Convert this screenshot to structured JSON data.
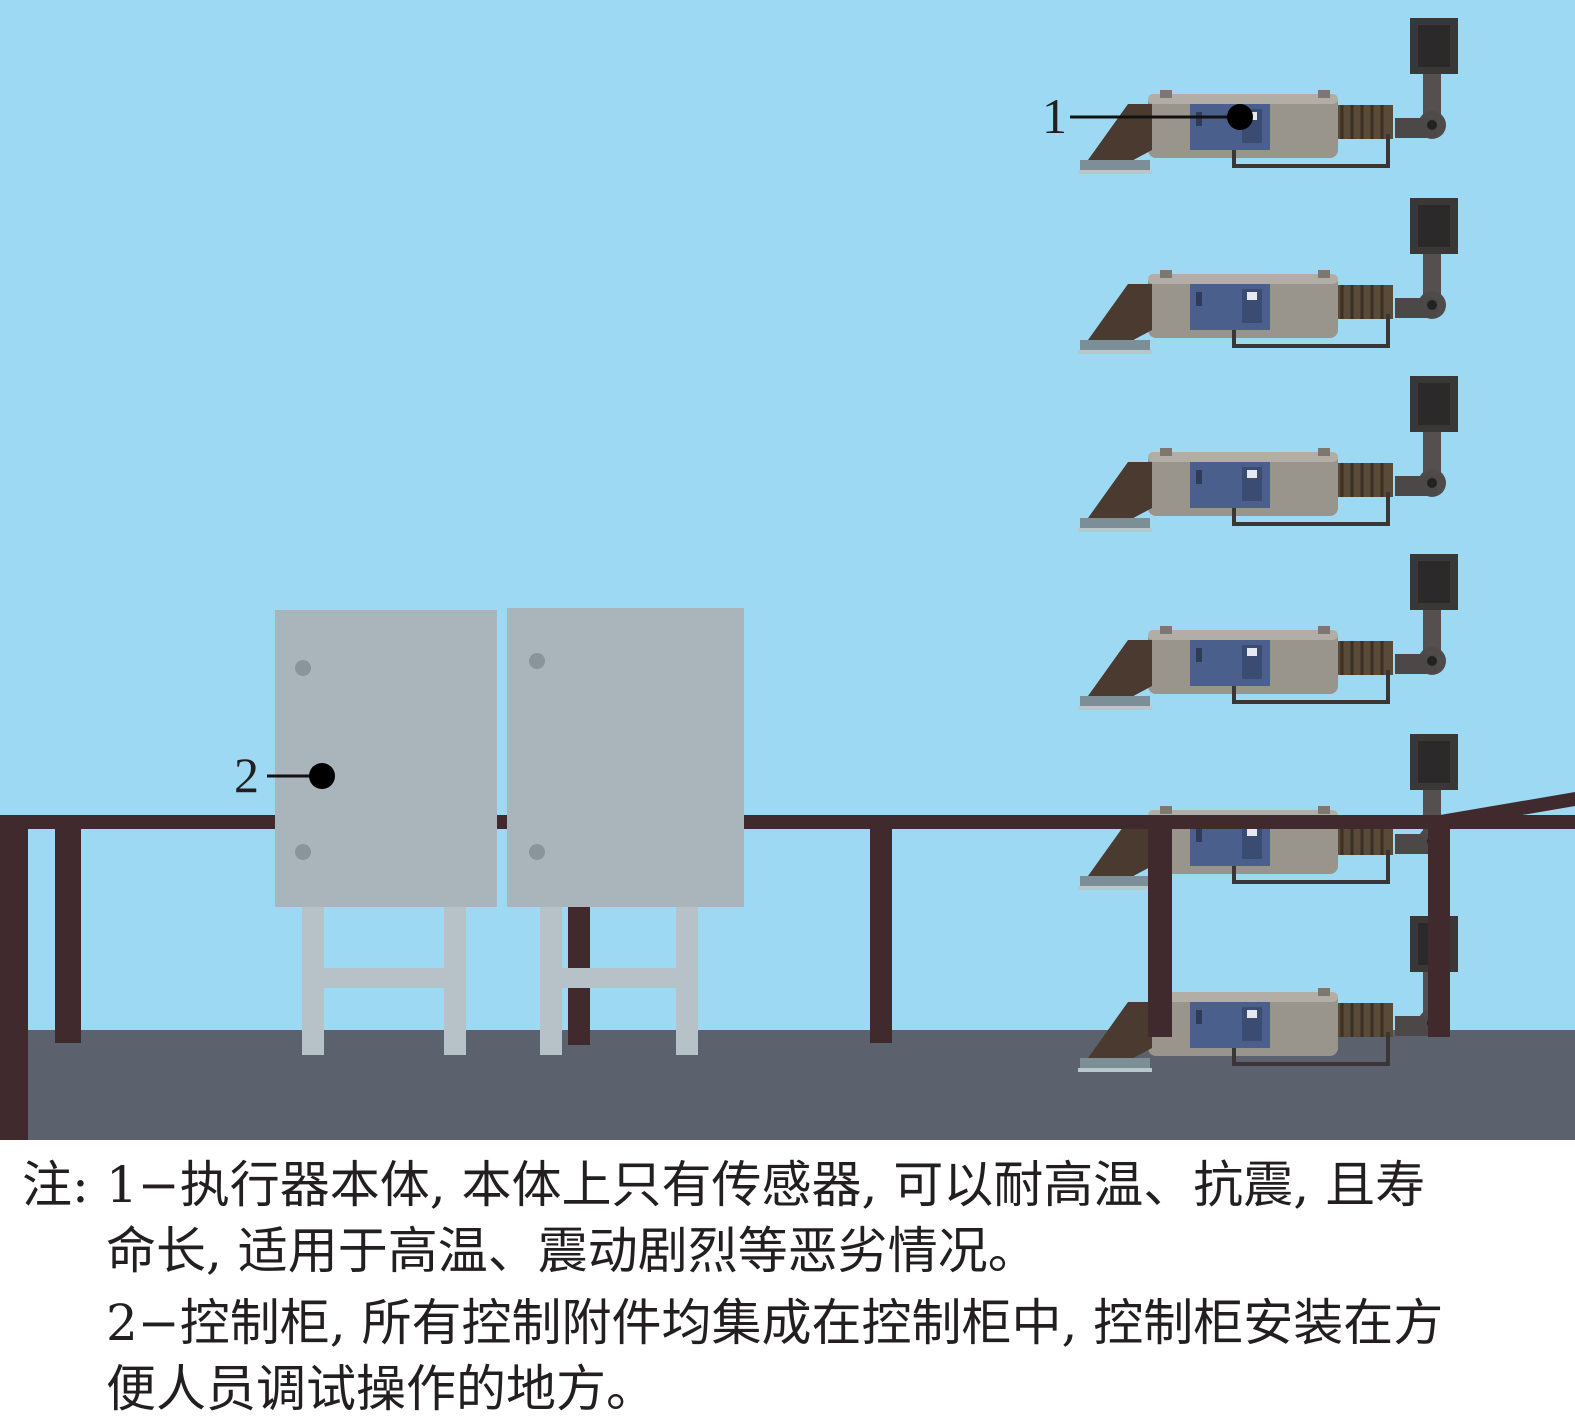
{
  "callouts": {
    "c1": "1",
    "c2": "2"
  },
  "notes": {
    "prefix": "注:",
    "lines": [
      "1−执行器本体, 本体上只有传感器, 可以耐高温、抗震, 且寿",
      "命长, 适用于高温、震动剧烈等恶劣情况。",
      "2−控制柜, 所有控制附件均集成在控制柜中, 控制柜安装在方",
      "便人员调试操作的地方。"
    ]
  },
  "colors": {
    "sky": "#9dd9f3",
    "floor": "#5c626d",
    "railing": "#402a2e",
    "cabinet": "#aab4bb",
    "cabinet_leg": "#b7c2c8",
    "actuator_body": "#9a958c",
    "actuator_panel": "#4a5f8c",
    "bellows": "#5a4a38",
    "mount": "#4a4646"
  },
  "actuator_count": 6
}
